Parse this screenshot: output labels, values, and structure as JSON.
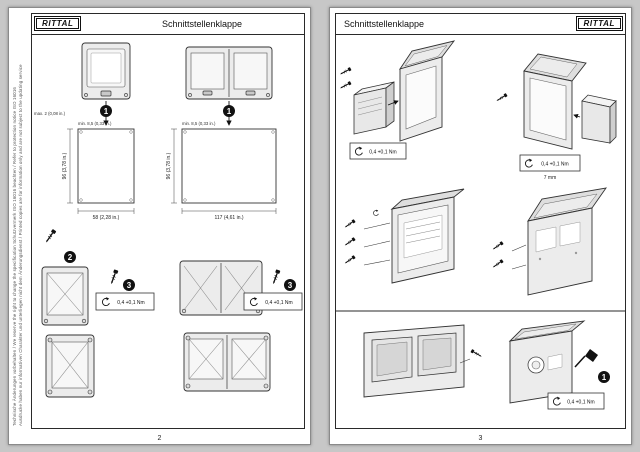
{
  "brand": {
    "logo_text": "RITTAL"
  },
  "left_page": {
    "title": "Schnittstellenklappe",
    "page_number": "2",
    "margin_note_outer": "Technische Änderungen vorbehalten / We reserve the right to change the specification      Schutzvermerk ISO 16016 beachten / Refer to protection notice ISO 16016",
    "margin_note_inner": "Ausdrucke haben nur informativen Charakter und unterliegen nicht dem Änderungsdienst / Printed copies are for information only and are not subject to the updating service",
    "steps": {
      "s1": "1",
      "s2": "2",
      "s3": "3"
    },
    "single": {
      "cutout_height": "96 (3,78 in.)",
      "cutout_width": "58 (2,28 in.)",
      "edge_note": "min. 8,5 (0,33 in.)",
      "thickness_note": "max. 2 (0,08 in.)",
      "torque": "0,4 +0,1 Nm"
    },
    "double": {
      "cutout_height": "96 (3,78 in.)",
      "cutout_width": "117 (4,61 in.)",
      "edge_note": "min. 8,5 (0,33 in.)",
      "torque": "0,4 +0,1 Nm"
    }
  },
  "right_page": {
    "title": "Schnittstellenklappe",
    "page_number": "3",
    "torque_a": "0,4 +0,1 Nm",
    "torque_b": "0,4 +0,1 Nm",
    "wrench_note": "7 mm",
    "torque_c": "0,4 +0,1 Nm",
    "step_1": "1"
  }
}
